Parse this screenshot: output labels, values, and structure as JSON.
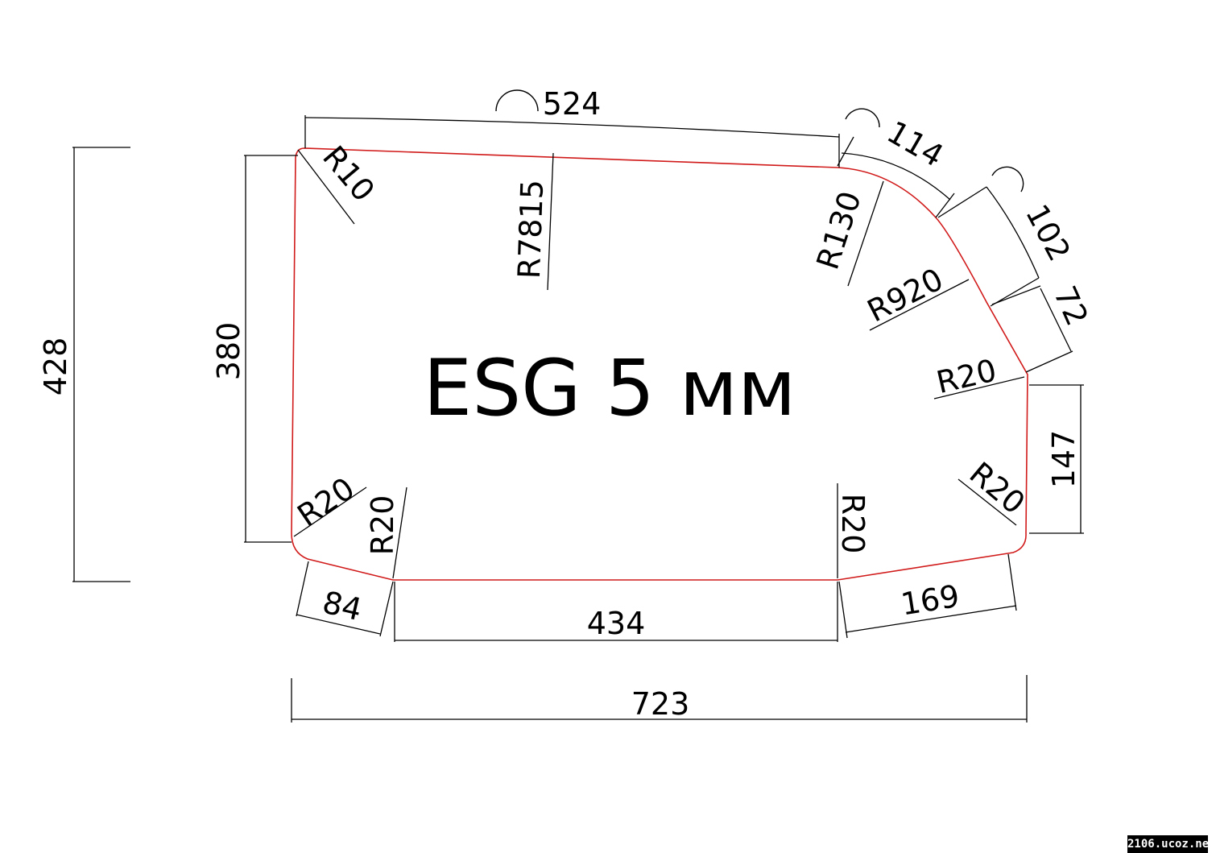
{
  "drawing": {
    "title": "ESG 5 мм",
    "colors": {
      "outline": "#d11a1a",
      "lines": "#000000",
      "background": "#ffffff"
    },
    "dimensions": {
      "total_height": "428",
      "left_height": "380",
      "top_arc": "524",
      "upper_right_arc": "114",
      "right_arc": "102",
      "right_short": "72",
      "right_vertical": "147",
      "bottom_right": "169",
      "bottom_middle": "434",
      "bottom_left": "84",
      "total_width": "723"
    },
    "radii": {
      "top_left": "R10",
      "top_edge": "R7815",
      "top_right": "R130",
      "right_curve": "R920",
      "right_corner": "R20",
      "bottom_right_corner": "R20",
      "bottom_mid_right": "R20",
      "bottom_mid_left": "R20",
      "bottom_left_corner": "R20"
    }
  },
  "watermark": "2106.ucoz.net"
}
